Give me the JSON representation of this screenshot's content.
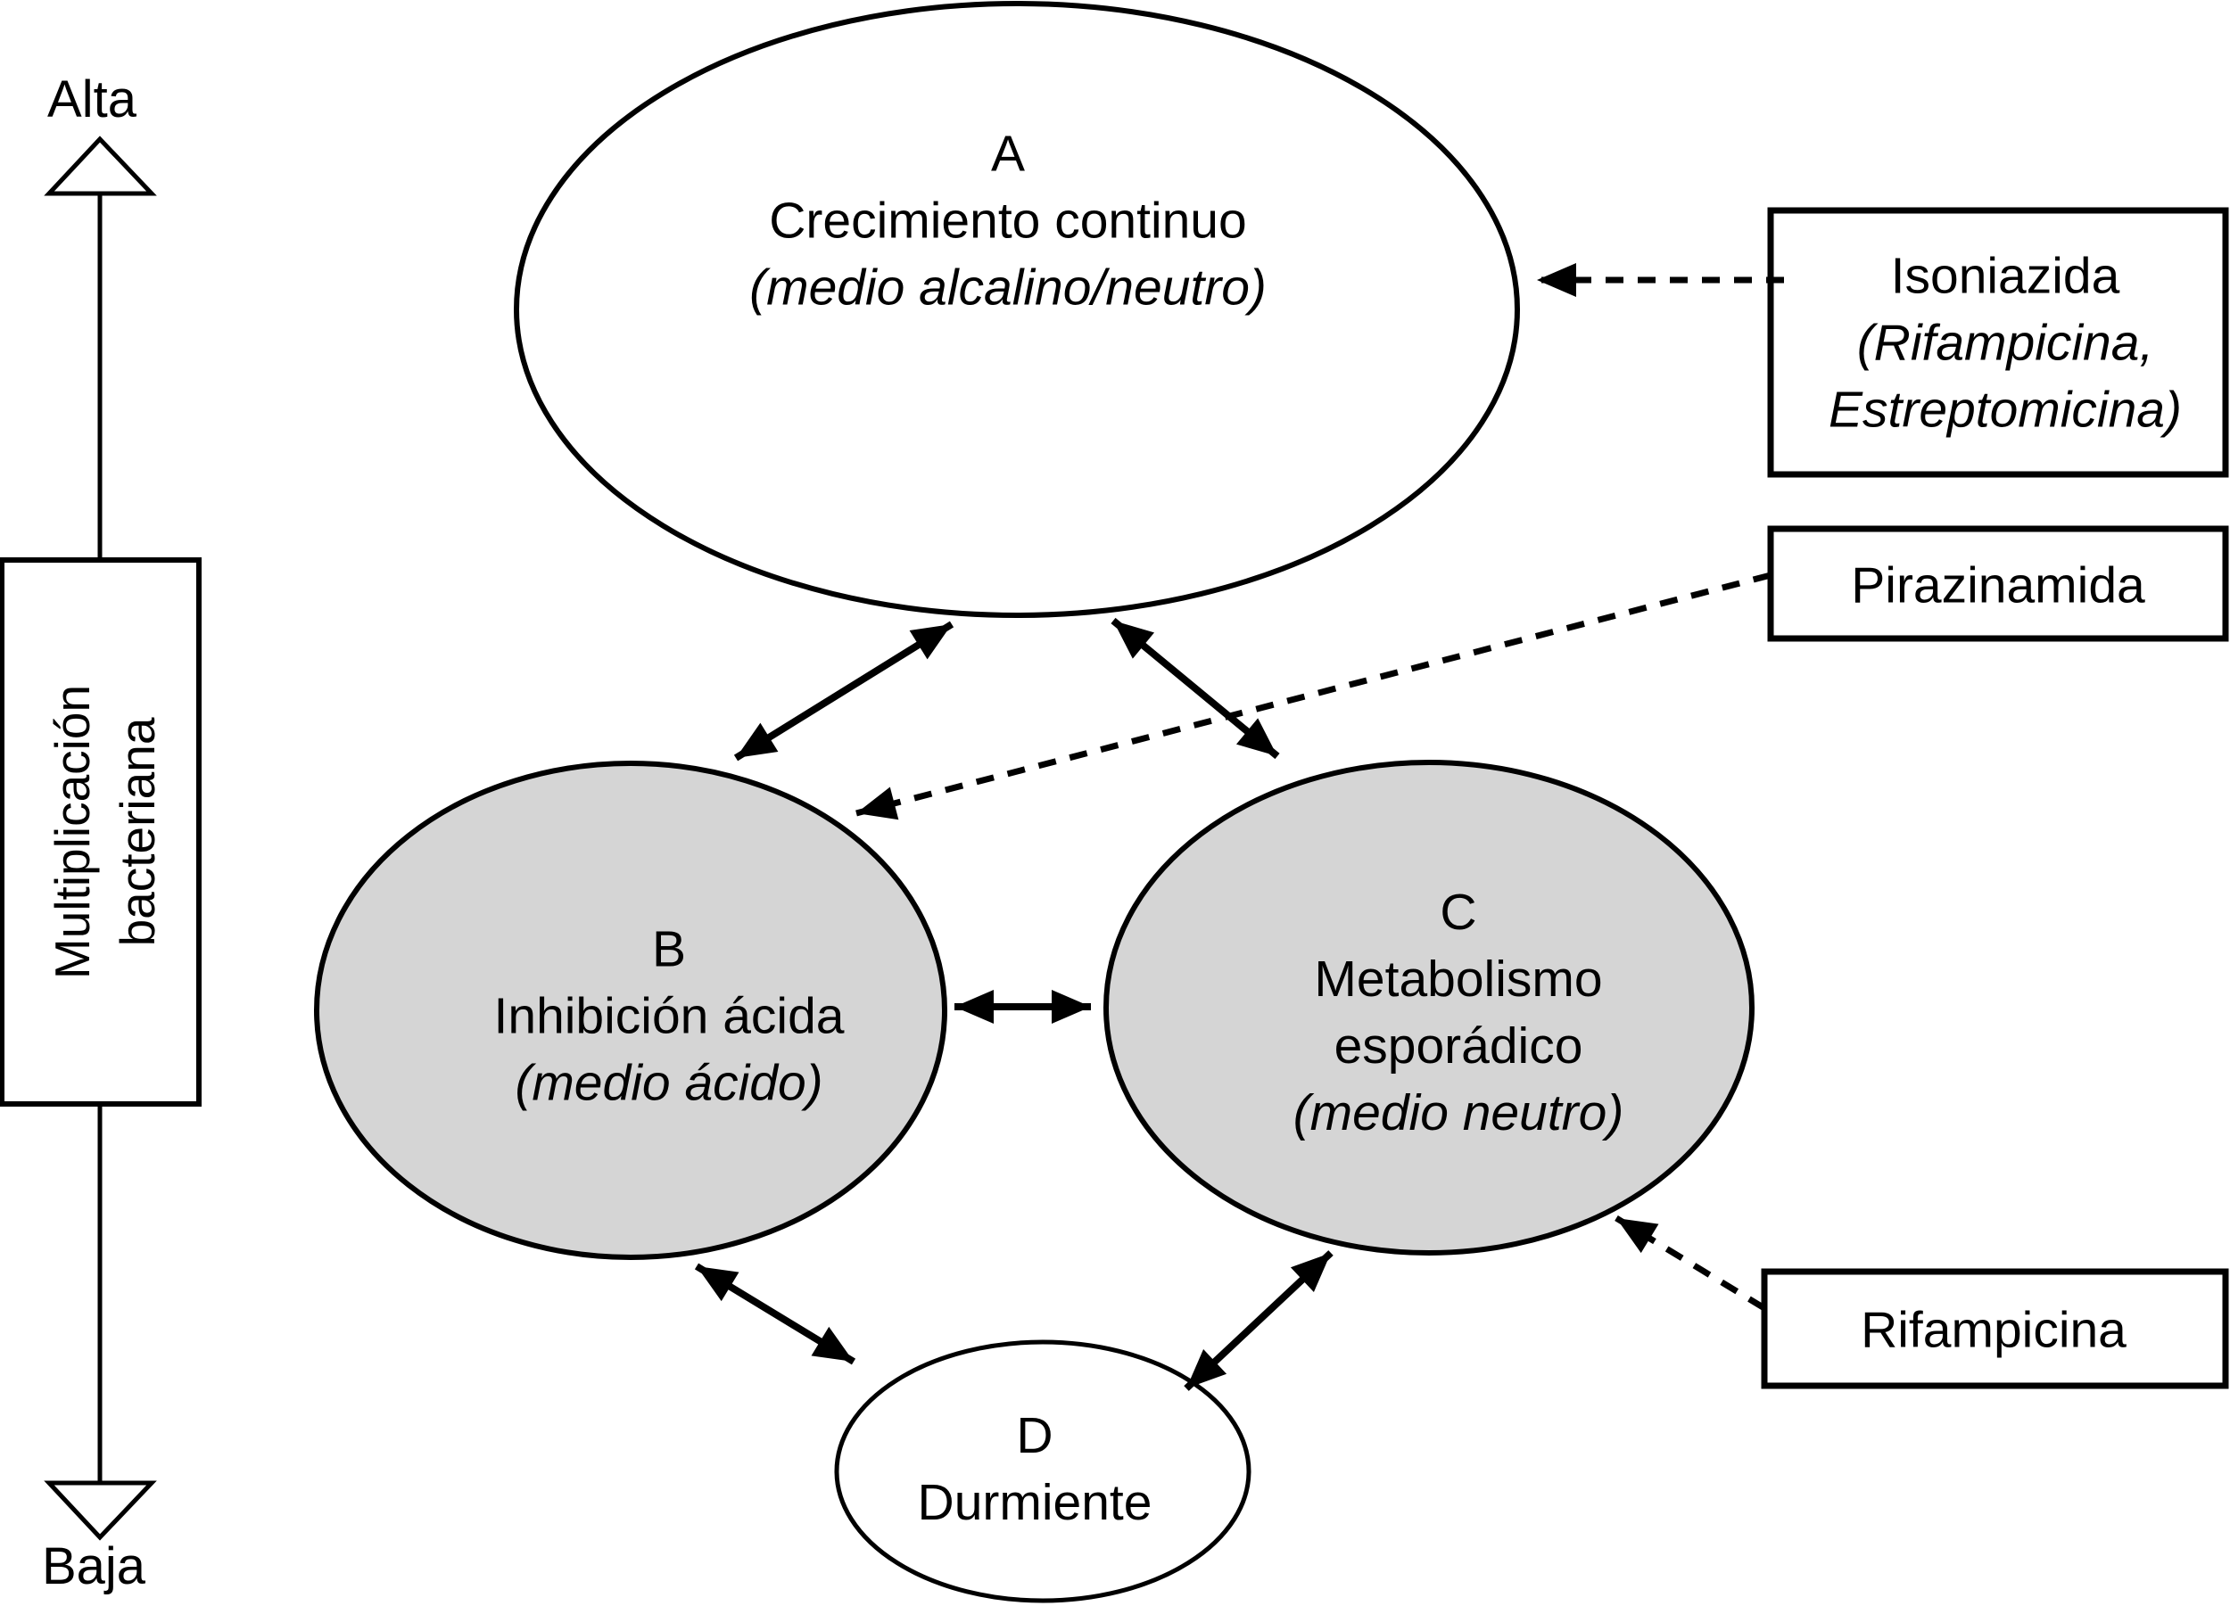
{
  "axis": {
    "high_label": "Alta",
    "low_label": "Baja",
    "box_line1": "Multiplicación",
    "box_line2": "bacteriana"
  },
  "nodes": {
    "a": {
      "letter": "A",
      "name": "Crecimiento continuo",
      "medium": "(medio alcalino/neutro)"
    },
    "b": {
      "letter": "B",
      "name": "Inhibición ácida",
      "medium": "(medio ácido)"
    },
    "c": {
      "letter": "C",
      "name_line1": "Metabolismo",
      "name_line2": "esporádico",
      "medium": "(medio neutro)"
    },
    "d": {
      "letter": "D",
      "name": "Durmiente"
    }
  },
  "drugs": {
    "isoniazida": {
      "line1": "Isoniazida",
      "line2": "(Rifampicina,",
      "line3": "Estreptomicina)"
    },
    "pirazinamida": {
      "label": "Pirazinamida"
    },
    "rifampicina": {
      "label": "Rifampicina"
    }
  },
  "colors": {
    "background": "#ffffff",
    "stroke": "#000000",
    "node_fill_white": "#ffffff",
    "node_fill_gray": "#d5d5d5"
  }
}
